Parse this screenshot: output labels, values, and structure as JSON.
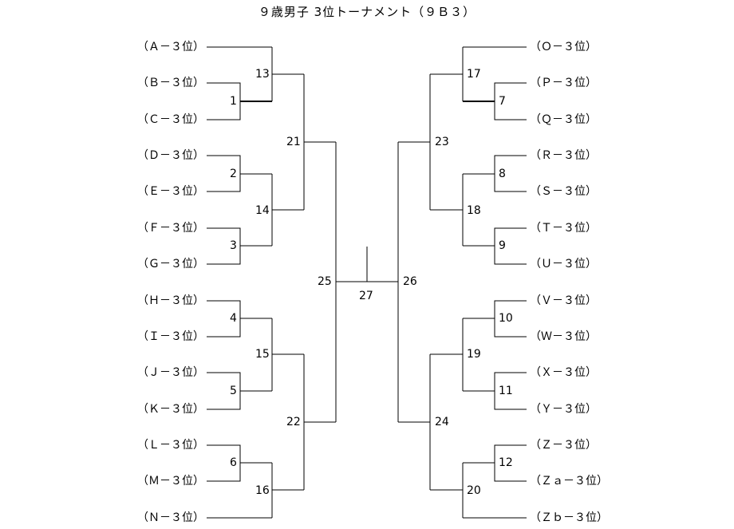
{
  "title": "９歳男子 3位トーナメント（９Ｂ３）",
  "left_entries": [
    "（Ａ－３位）",
    "（Ｂ－３位）",
    "（Ｃ－３位）",
    "（Ｄ－３位）",
    "（Ｅ－３位）",
    "（Ｆ－３位）",
    "（Ｇ－３位）",
    "（Ｈ－３位）",
    "（Ｉ－３位）",
    "（Ｊ－３位）",
    "（Ｋ－３位）",
    "（Ｌ－３位）",
    "（Ｍ－３位）",
    "（Ｎ－３位）"
  ],
  "right_entries": [
    "（Ｏ－３位）",
    "（Ｐ－３位）",
    "（Ｑ－３位）",
    "（Ｒ－３位）",
    "（Ｓ－３位）",
    "（Ｔ－３位）",
    "（Ｕ－３位）",
    "（Ｖ－３位）",
    "（Ｗ－３位）",
    "（Ｘ－３位）",
    "（Ｙ－３位）",
    "（Ｚ－３位）",
    "（Ｚａ－３位）",
    "（Ｚｂ－３位）"
  ],
  "match_numbers": [
    "1",
    "2",
    "3",
    "4",
    "5",
    "6",
    "7",
    "8",
    "9",
    "10",
    "11",
    "12",
    "13",
    "14",
    "15",
    "16",
    "17",
    "18",
    "19",
    "20",
    "21",
    "22",
    "23",
    "24",
    "25",
    "26",
    "27"
  ]
}
